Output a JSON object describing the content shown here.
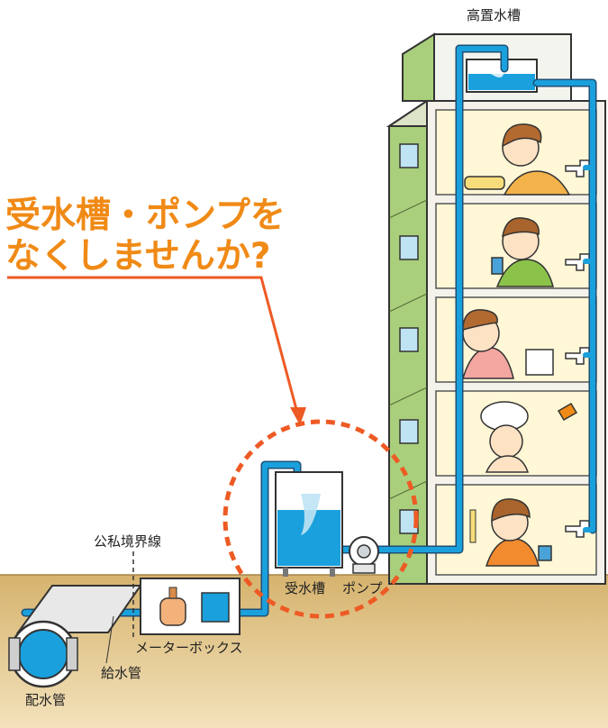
{
  "headline": {
    "line1": "受水槽・ポンプを",
    "line2": "なくしませんか?"
  },
  "labels": {
    "elevated_tank": "高置水槽",
    "receiving_tank": "受水槽",
    "pump": "ポンプ",
    "boundary_line": "公私境界線",
    "meter_box": "メーターボックス",
    "service_pipe": "給水管",
    "distribution_main": "配水管"
  },
  "colors": {
    "water": "#1aa0dc",
    "ground": "#d9b878",
    "headline": "#f08a16",
    "callout": "#ee5a24",
    "building_side": "#a9cf7c",
    "room": "#fff7d6"
  }
}
